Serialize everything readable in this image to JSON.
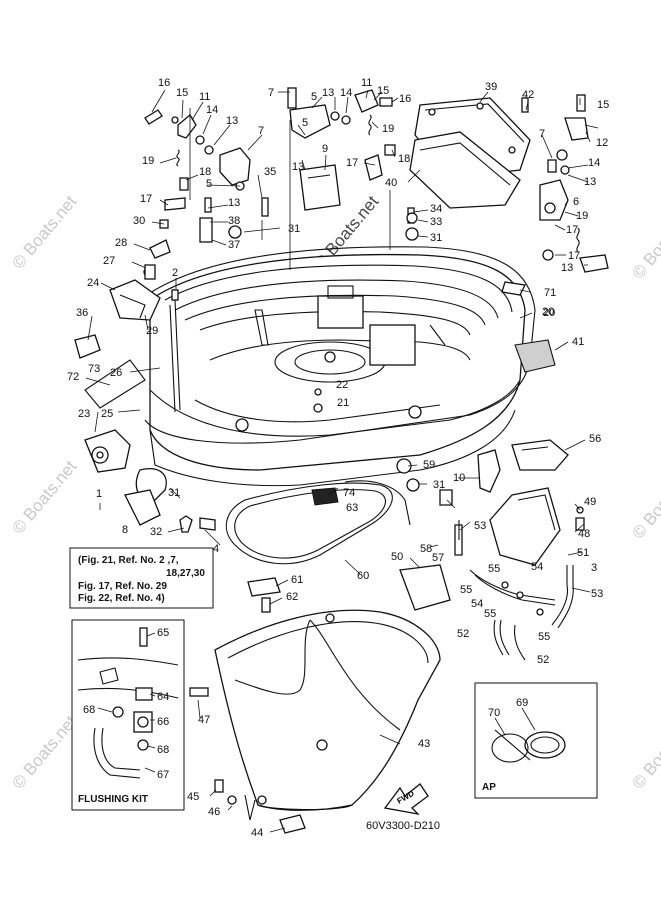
{
  "diagram_code": "60V3300-D210",
  "watermarks": {
    "center": "© Boats.net",
    "margin": "© Boats.net"
  },
  "part_numbers": [
    "1",
    "2",
    "3",
    "4",
    "5",
    "6",
    "7",
    "8",
    "9",
    "10",
    "11",
    "12",
    "13",
    "14",
    "15",
    "16",
    "17",
    "18",
    "19",
    "20",
    "21",
    "22",
    "23",
    "24",
    "25",
    "26",
    "27",
    "28",
    "29",
    "30",
    "31",
    "32",
    "33",
    "34",
    "35",
    "36",
    "37",
    "38",
    "39",
    "40",
    "41",
    "42",
    "43",
    "44",
    "45",
    "46",
    "47",
    "48",
    "49",
    "50",
    "51",
    "52",
    "53",
    "54",
    "55",
    "56",
    "57",
    "58",
    "59",
    "60",
    "61",
    "62",
    "63",
    "64",
    "65",
    "66",
    "67",
    "68",
    "69",
    "70",
    "71",
    "72",
    "73",
    "74"
  ],
  "reference_box": {
    "line1": "(Fig. 21, Ref. No. 2 ,7,",
    "line2": "18,27,30",
    "line3": "Fig. 17, Ref. No. 29",
    "line4": "Fig. 22, Ref. No. 4)"
  },
  "flushing_kit_box": {
    "title": "FLUSHING KIT"
  },
  "ap_box": {
    "title": "AP"
  },
  "fwd_arrow": {
    "label": "FWD"
  }
}
